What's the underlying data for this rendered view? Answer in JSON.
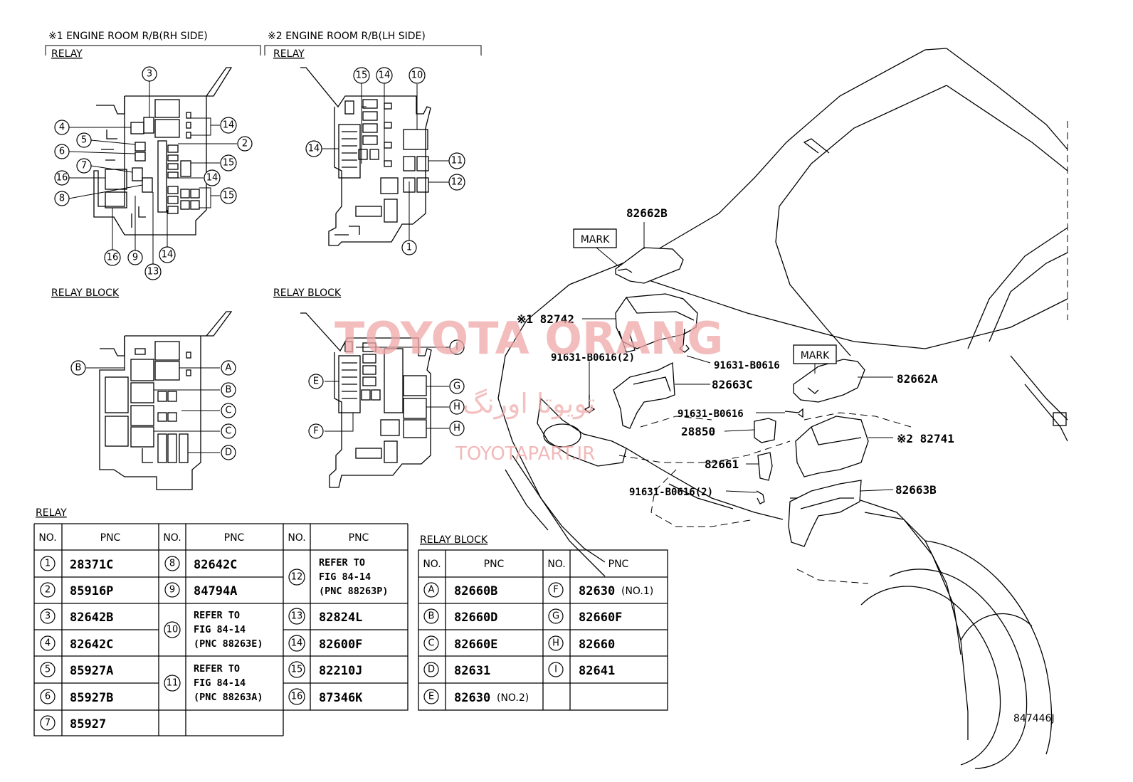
{
  "headers": {
    "rh_title": "※1 ENGINE ROOM R/B(RH SIDE)",
    "lh_title": "※2 ENGINE ROOM R/B(LH SIDE)",
    "relay": "RELAY",
    "relay_block": "RELAY BLOCK",
    "relay_table_title": "RELAY",
    "relay_block_table_title": "RELAY BLOCK"
  },
  "callouts": {
    "c1": "1",
    "c2": "2",
    "c3": "3",
    "c4": "4",
    "c5": "5",
    "c6": "6",
    "c7": "7",
    "c8": "8",
    "c9": "9",
    "c10": "10",
    "c11": "11",
    "c12": "12",
    "c13": "13",
    "c14": "14",
    "c15": "15",
    "c16": "16",
    "A": "A",
    "B": "B",
    "C": "C",
    "D": "D",
    "E": "E",
    "F": "F",
    "G": "G",
    "H": "H",
    "I": "I"
  },
  "parts": {
    "p82662B": "82662B",
    "mark1": "MARK",
    "p82742": "※1 82742",
    "bolt1": "91631-B0616(2)",
    "bolt2": "91631-B0616",
    "p82663C": "82663C",
    "mark2": "MARK",
    "p82662A": "82662A",
    "bolt3": "91631-B0616",
    "p28850": "28850",
    "p82741": "※2 82741",
    "p82661": "82661",
    "bolt4": "91631-B0616(2)",
    "p82663B": "82663B",
    "figure_no": "847446J"
  },
  "watermark": {
    "line1": "TOYOTA ORANG",
    "line2": "تویوتا اورنگ",
    "line3": "TOYOTAPART.IR"
  },
  "relay_table": {
    "col_no": "NO.",
    "col_pnc": "PNC",
    "col1": [
      {
        "no": "1",
        "pnc": "28371C"
      },
      {
        "no": "2",
        "pnc": "85916P"
      },
      {
        "no": "3",
        "pnc": "82642B"
      },
      {
        "no": "4",
        "pnc": "82642C"
      },
      {
        "no": "5",
        "pnc": "85927A"
      },
      {
        "no": "6",
        "pnc": "85927B"
      },
      {
        "no": "7",
        "pnc": "85927"
      }
    ],
    "col2": [
      {
        "no": "8",
        "pnc": "82642C"
      },
      {
        "no": "9",
        "pnc": "84794A"
      },
      {
        "no": "10",
        "l1": "REFER TO",
        "l2": "FIG 84-14",
        "l3": "(PNC 88263E)"
      },
      {
        "no": "11",
        "l1": "REFER TO",
        "l2": "FIG 84-14",
        "l3": "(PNC 88263A)"
      }
    ],
    "col3": [
      {
        "no": "12",
        "l1": "REFER TO",
        "l2": "FIG 84-14",
        "l3": "(PNC 88263P)"
      },
      {
        "no": "13",
        "pnc": "82824L"
      },
      {
        "no": "14",
        "pnc": "82600F"
      },
      {
        "no": "15",
        "pnc": "82210J"
      },
      {
        "no": "16",
        "pnc": "87346K"
      }
    ]
  },
  "relay_block_table": {
    "col_no": "NO.",
    "col_pnc": "PNC",
    "col1": [
      {
        "no": "A",
        "pnc": "82660B"
      },
      {
        "no": "B",
        "pnc": "82660D"
      },
      {
        "no": "C",
        "pnc": "82660E"
      },
      {
        "no": "D",
        "pnc": "82631"
      },
      {
        "no": "E",
        "pnc": "82630",
        "note": "(NO.2)"
      }
    ],
    "col2": [
      {
        "no": "F",
        "pnc": "82630",
        "note": "(NO.1)"
      },
      {
        "no": "G",
        "pnc": "82660F"
      },
      {
        "no": "H",
        "pnc": "82660"
      },
      {
        "no": "I",
        "pnc": "82641"
      }
    ]
  }
}
